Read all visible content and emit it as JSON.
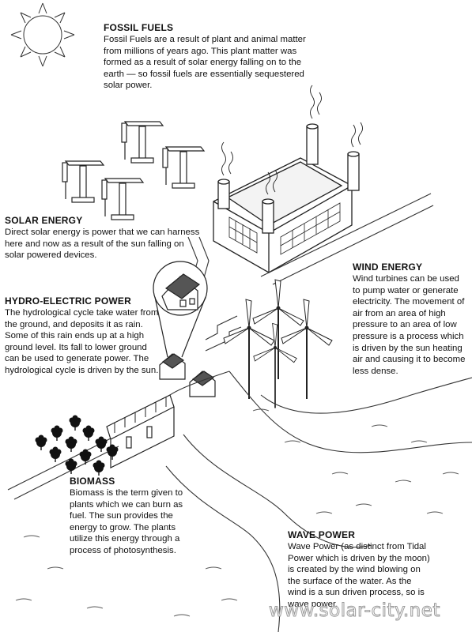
{
  "fossil_fuels": {
    "title": "FOSSIL FUELS",
    "body": "Fossil Fuels are a result of plant and animal matter from millions of years ago. This plant matter was formed as a result of solar energy falling on to the earth — so fossil fuels are essentially sequestered solar power."
  },
  "solar_energy": {
    "title": "SOLAR ENERGY",
    "body": "Direct solar energy is power that we can harness here and now as a result of the sun falling on solar powered devices."
  },
  "hydro_electric_power": {
    "title": "HYDRO-ELECTRIC POWER",
    "body": "The hydrological cycle take water from the ground, and deposits it as rain. Some of this rain ends up at a high ground level. Its fall to lower ground can be used to generate power. The hydrological cycle is driven by the sun."
  },
  "wind_energy": {
    "title": "WIND ENERGY",
    "body": "Wind turbines can be used to pump water or generate electricity. The movement of air from an area of high pressure to an area of low pressure is a process which is driven by the sun heating air and causing it to become less dense."
  },
  "biomass": {
    "title": "BIOMASS",
    "body": "Biomass is the term given to plants which we can burn as fuel. The sun provides the energy to grow. The plants utilize this energy through a process of photosynthesis."
  },
  "wave_power": {
    "title": "WAVE POWER",
    "body": "Wave Power (as distinct from Tidal Power which is driven by the moon) is created by the wind blowing on the surface of the water. As the wind is a sun driven process, so is wave power."
  },
  "watermark": "www.solar-city.net",
  "icons": {
    "sun": "sun-icon",
    "pumps": "oil-pump-icon",
    "factory": "power-station-icon",
    "house": "solar-house-icon",
    "turbine": "wind-turbine-icon",
    "dam": "dam-icon",
    "trees": "tree-icon"
  }
}
